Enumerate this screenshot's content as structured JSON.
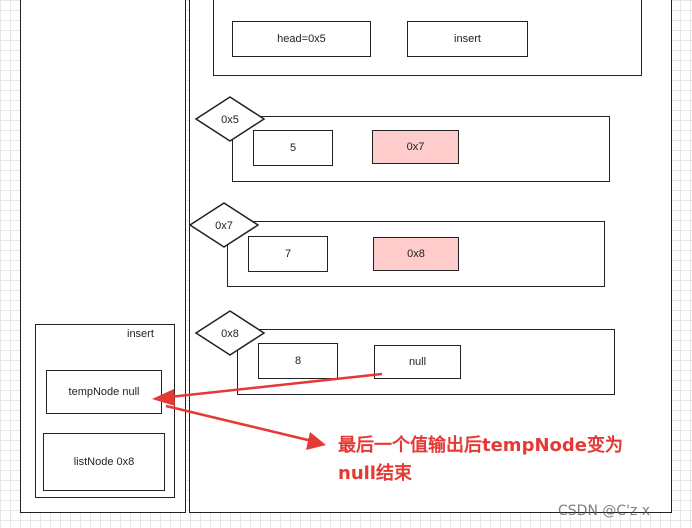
{
  "stack": {
    "frame_label": "insert",
    "temp_node": "tempNode null",
    "list_node": "listNode 0x8"
  },
  "heap": {
    "top": {
      "head": "head=0x5",
      "method": "insert"
    },
    "nodes": [
      {
        "address": "0x5",
        "value": "5",
        "next": "0x7"
      },
      {
        "address": "0x7",
        "value": "7",
        "next": "0x8"
      },
      {
        "address": "0x8",
        "value": "8",
        "next": "null"
      }
    ]
  },
  "annotation": {
    "line1": "最后一个值输出后tempNode变为",
    "line2": "null结束"
  },
  "colors": {
    "pointer_fill": "#ffcccc",
    "arrow": "#e53935"
  },
  "watermark": "CSDN @C'z  x"
}
